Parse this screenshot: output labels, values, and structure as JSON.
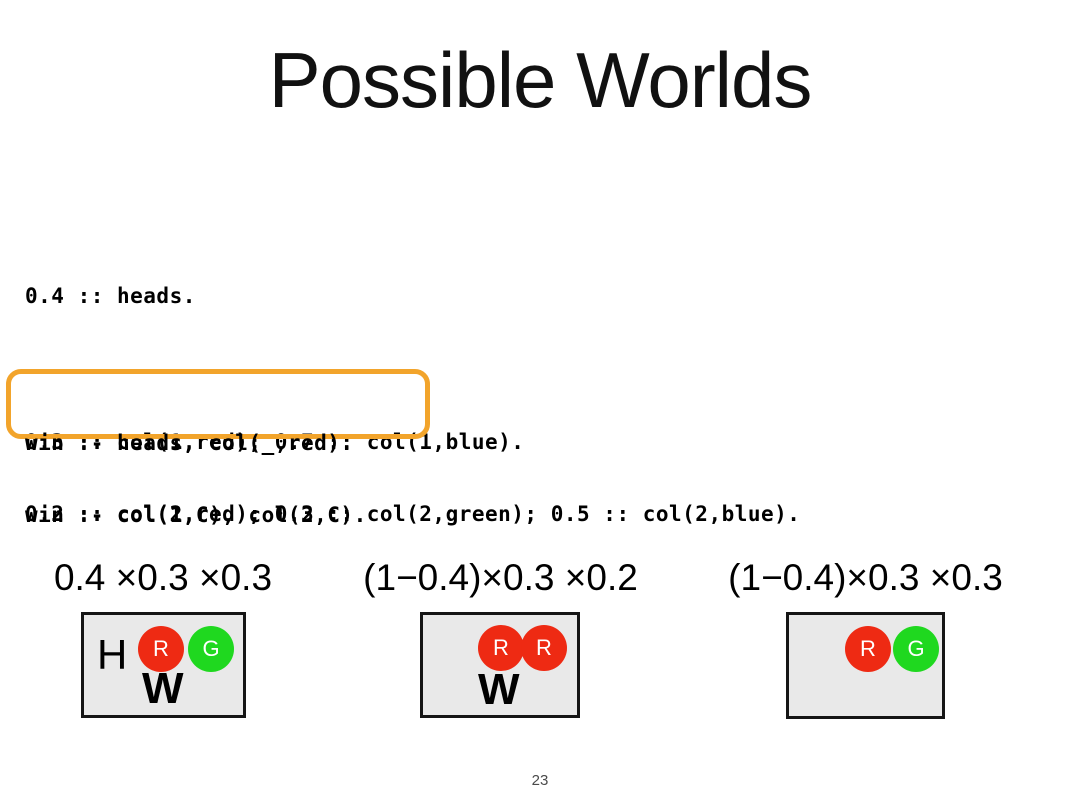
{
  "slide": {
    "title": "Possible Worlds",
    "page_number": "23",
    "background_color": "#ffffff"
  },
  "program": {
    "lines": [
      "0.4 :: heads.",
      "",
      "0.3 :: col(1,red); 0.7 :: col(1,blue).",
      "0.2 :: col(2,red); 0.3 :: col(2,green); 0.5 :: col(2,blue)."
    ],
    "line_heads": "0.4 :: heads.",
    "line_col1": "0.3 :: col(1,red); 0.7 :: col(1,blue).",
    "line_col2": "0.2 :: col(2,red); 0.3 :: col(2,green); 0.5 :: col(2,blue)."
  },
  "highlighted_rules": {
    "highlight_color": "#F2A42B",
    "rule_1": "win :- heads, col(_,red).",
    "rule_2": "win :- col(1,C), col(2,C)."
  },
  "worlds": [
    {
      "formula": "0.4 ×0.3 ×0.3",
      "heads_label": "H",
      "win_label": "W",
      "chips": [
        {
          "label": "R",
          "color": "#EE2A13",
          "name": "red"
        },
        {
          "label": "G",
          "color": "#1FD81F",
          "name": "green"
        }
      ]
    },
    {
      "formula": "(1−0.4)×0.3 ×0.2",
      "heads_label": "",
      "win_label": "W",
      "chips": [
        {
          "label": "R",
          "color": "#EE2A13",
          "name": "red"
        },
        {
          "label": "R",
          "color": "#EE2A13",
          "name": "red"
        }
      ]
    },
    {
      "formula": "(1−0.4)×0.3 ×0.3",
      "heads_label": "",
      "win_label": "",
      "chips": [
        {
          "label": "R",
          "color": "#EE2A13",
          "name": "red"
        },
        {
          "label": "G",
          "color": "#1FD81F",
          "name": "green"
        }
      ]
    }
  ]
}
